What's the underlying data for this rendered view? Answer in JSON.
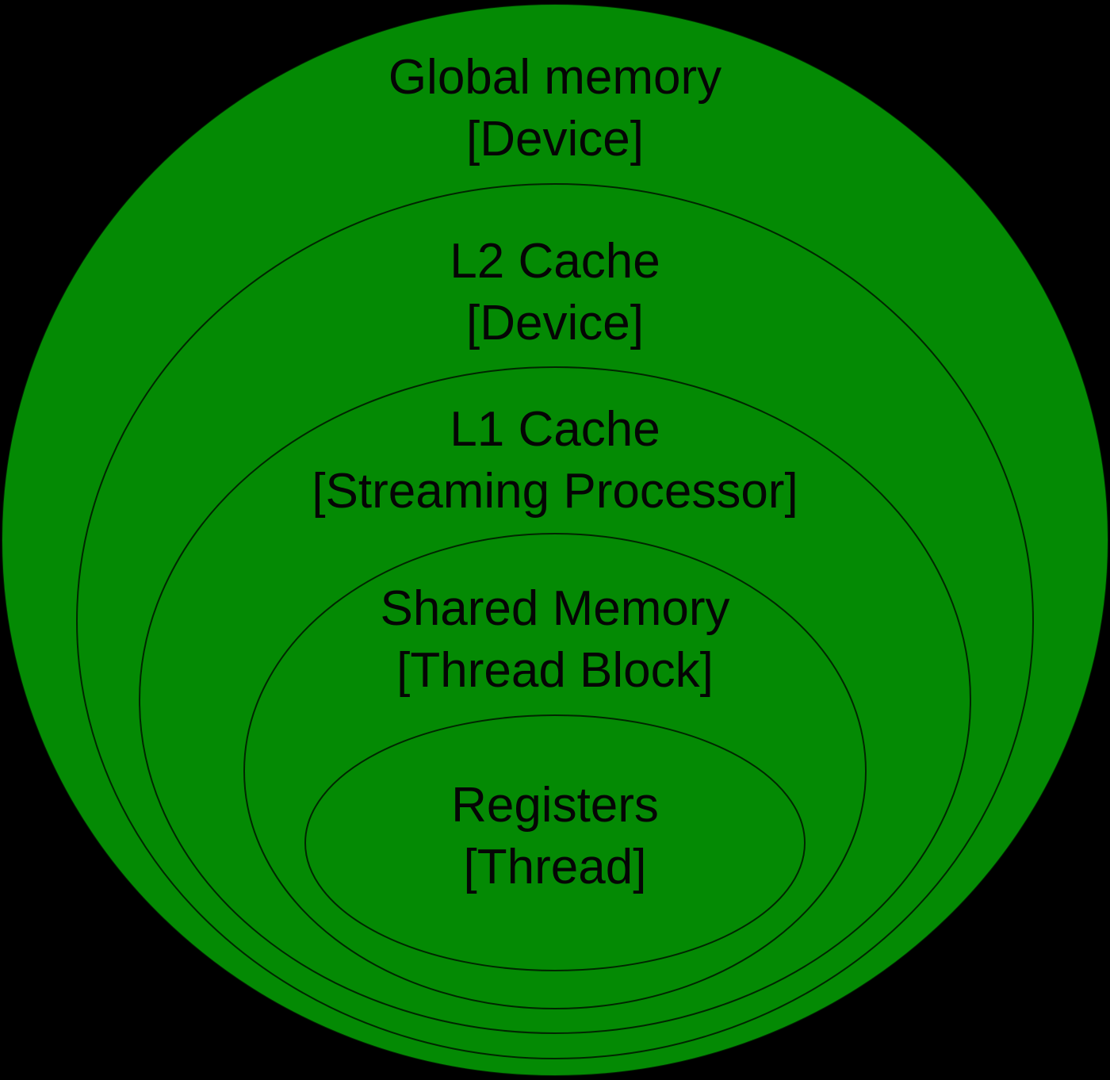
{
  "diagram": {
    "title": "GPU memory hierarchy (nested scopes)",
    "background_color": "#000000",
    "region_fill_color": "#048A04",
    "outline_color": "#0B3A02",
    "text_color": "#050505",
    "levels": [
      {
        "id": "global-memory",
        "line1": "Global memory",
        "line2": "[Device]"
      },
      {
        "id": "l2-cache",
        "line1": "L2 Cache",
        "line2": "[Device]"
      },
      {
        "id": "l1-cache",
        "line1": "L1 Cache",
        "line2": "[Streaming Processor]"
      },
      {
        "id": "shared-memory",
        "line1": "Shared Memory",
        "line2": "[Thread Block]"
      },
      {
        "id": "registers",
        "line1": "Registers",
        "line2": "[Thread]"
      }
    ]
  }
}
